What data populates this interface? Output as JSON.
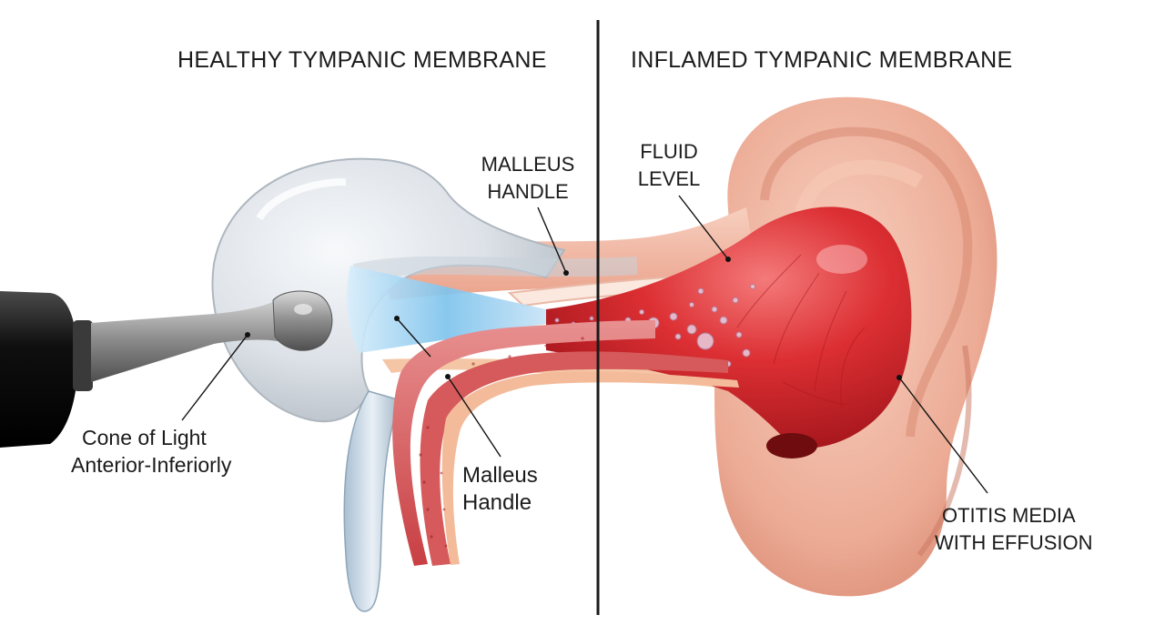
{
  "titles": {
    "healthy": "HEALTHY TYMPANIC MEMBRANE",
    "inflamed": "INFLAMED TYMPANIC MEMBRANE"
  },
  "labels": {
    "malleus_handle_upper": [
      "MALLEUS",
      "HANDLE"
    ],
    "fluid_level": [
      "FLUID",
      "LEVEL"
    ],
    "cone_of_light": [
      "Cone of Light",
      "Anterior-Inferiorly"
    ],
    "malleus_handle_lower": [
      "Malleus",
      "Handle"
    ],
    "otitis_media": [
      "OTITIS MEDIA",
      "WITH EFFUSION"
    ]
  },
  "colors": {
    "divider": "#1a1a1a",
    "healthy_membrane": "#dfe4ea",
    "light_cone": "#7ec3ec",
    "canal_skin": "#f2b6a0",
    "inflamed_membrane": "#d8262c",
    "ossicle_red": "#c9474a",
    "otoscope": "#151515"
  }
}
